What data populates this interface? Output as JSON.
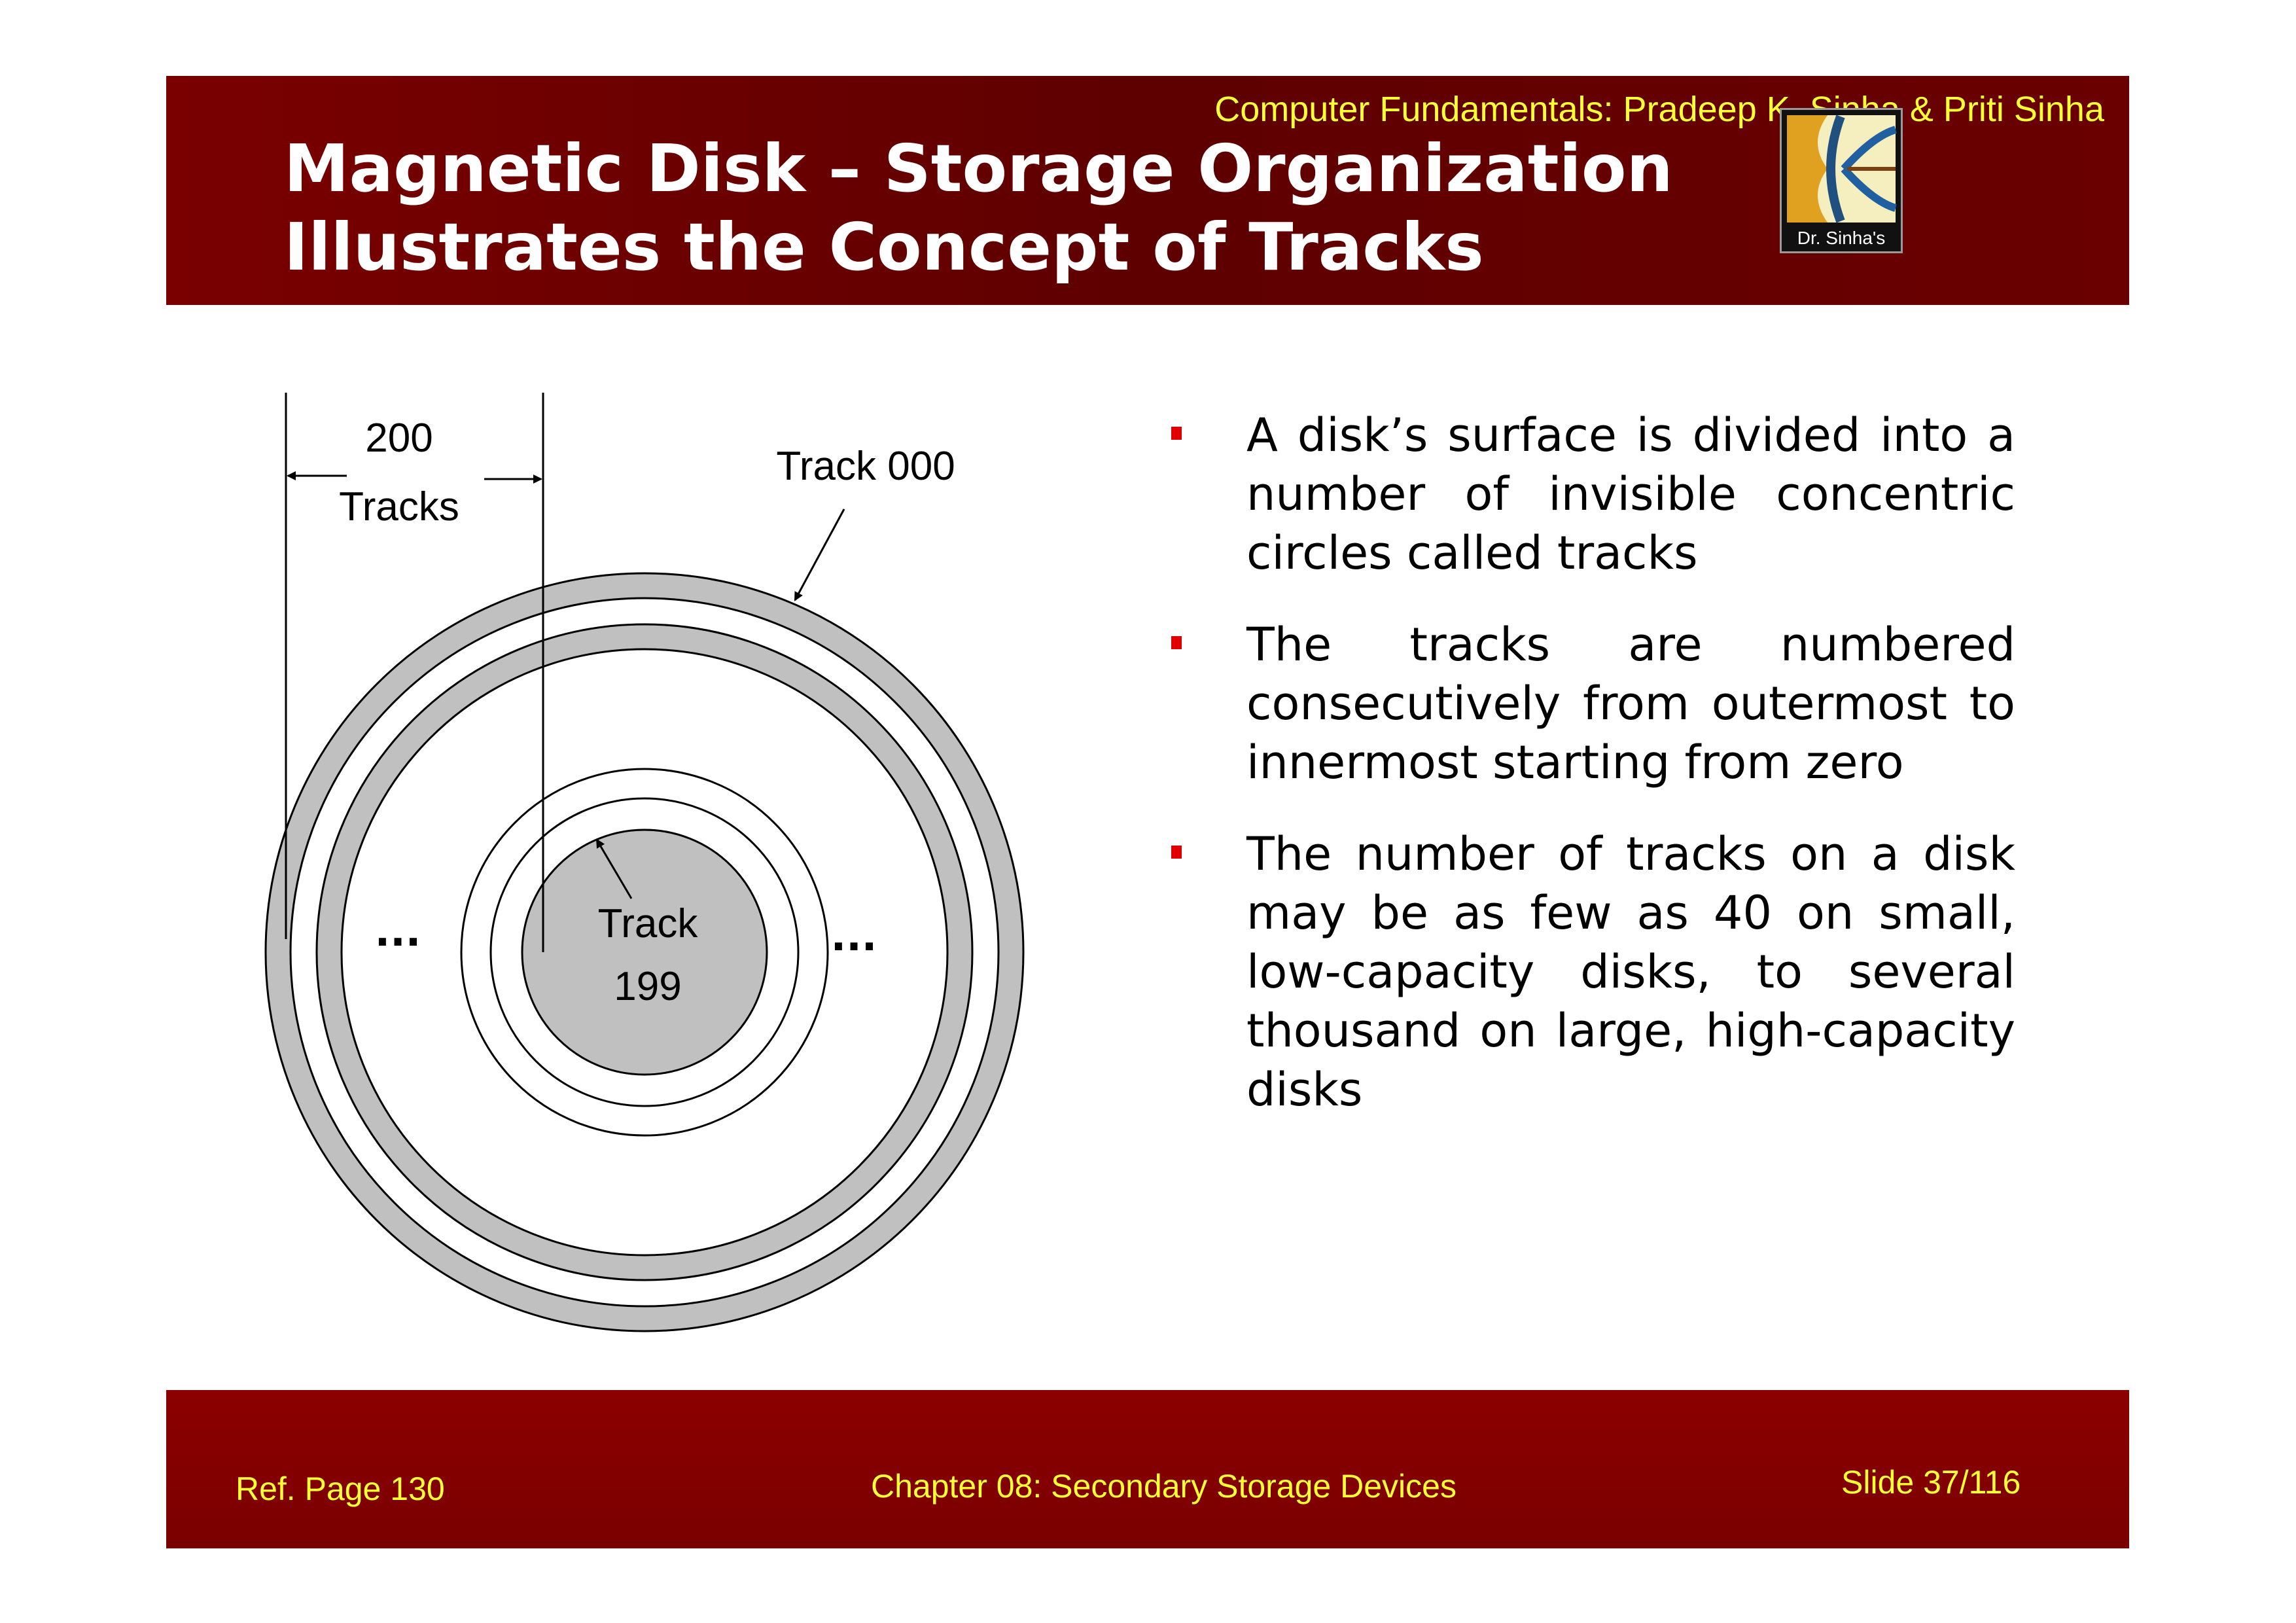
{
  "header": {
    "book_reference": "Computer Fundamentals: Pradeep K. Sinha & Priti Sinha",
    "title_line1": "Magnetic Disk – Storage Organization",
    "title_line2": "Illustrates the Concept of Tracks",
    "logo_label": "Dr. Sinha's"
  },
  "diagram": {
    "track_count_label_line1": "200",
    "track_count_label_line2": "Tracks",
    "outer_track_label": "Track 000",
    "inner_track_label_line1": "Track",
    "inner_track_label_line2": "199",
    "ellipsis_left": "...",
    "ellipsis_right": "..."
  },
  "bullets": [
    "A disk’s surface is divided into a number of invisible concentric circles called tracks",
    "The tracks are numbered consecutively from outermost to innermost starting from zero",
    "The number of tracks on a disk may be as few as 40 on small, low-capacity disks, to several thousand on large, high-capacity disks"
  ],
  "footer": {
    "ref_page": "Ref. Page  130",
    "chapter": "Chapter 08: Secondary Storage Devices",
    "slide": "Slide 37/116"
  },
  "colors": {
    "header_bg": "#6a0000",
    "footer_bg": "#8a0000",
    "accent_yellow": "#ffff33",
    "bullet_red": "#e00000",
    "track_gray": "#c0c0c0"
  }
}
